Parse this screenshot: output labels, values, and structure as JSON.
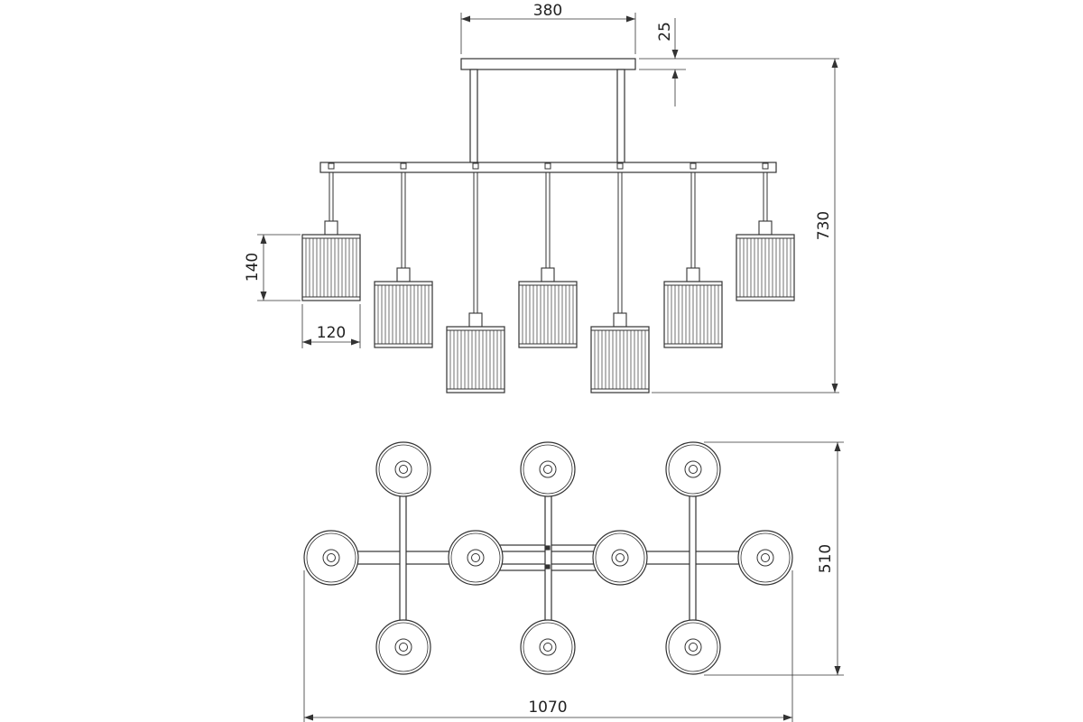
{
  "drawing": {
    "title": "",
    "colors": {
      "line": "#333333",
      "background": "#ffffff"
    },
    "dimensions": {
      "canopy_width": "380",
      "canopy_height": "25",
      "total_height": "730",
      "shade_height": "140",
      "shade_diameter": "120",
      "total_width": "1070",
      "total_depth": "510"
    },
    "views": [
      "side-view",
      "top-view"
    ],
    "shade_count": 7,
    "top_view_shade_count": 10
  }
}
